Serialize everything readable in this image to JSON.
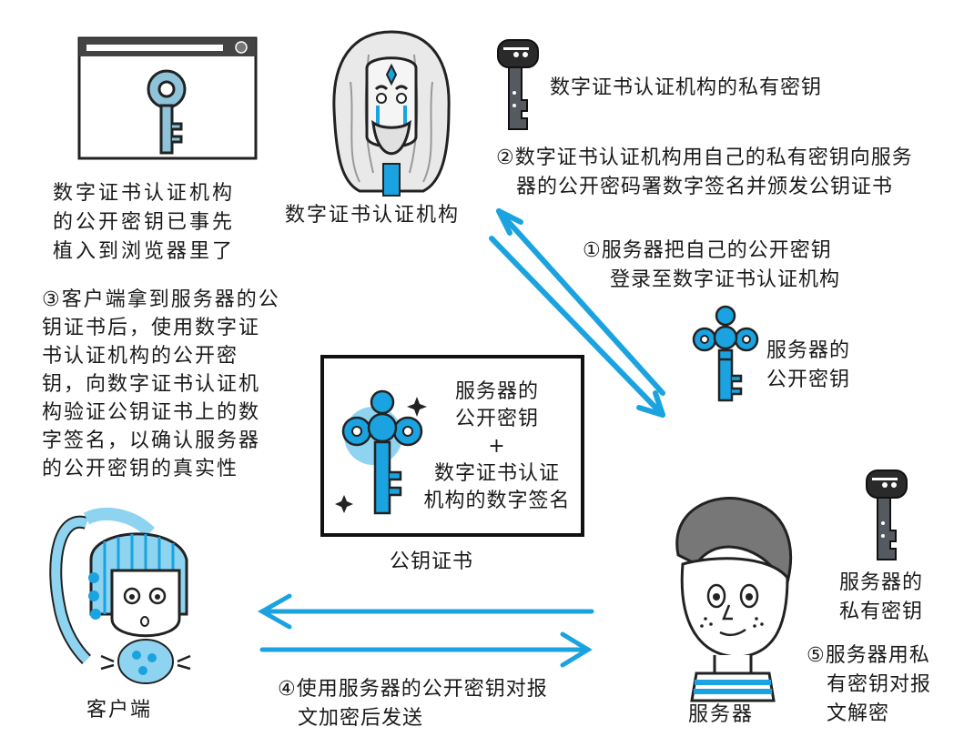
{
  "colors": {
    "blue": "#1aa3e0",
    "light_blue": "#8ed3f0",
    "ink": "#1a1a1a",
    "gray_key": "#555a60",
    "key_body": "#8fc3da"
  },
  "labels": {
    "browser_key_note": [
      "数字证书认证机构",
      "的公开密钥已事先",
      "植入到浏览器里了"
    ],
    "ca_name": "数字证书认证机构",
    "ca_private_key": "数字证书认证机构的私有密钥",
    "step2": [
      "②数字证书认证机构用自己的私有密钥向服务",
      "器的公开密码署数字签名并颁发公钥证书"
    ],
    "step1": [
      "①服务器把自己的公开密钥",
      "登录至数字证书认证机构"
    ],
    "server_public_key": [
      "服务器的",
      "公开密钥"
    ],
    "step3": [
      "③客户端拿到服务器的公",
      "钥证书后，使用数字证",
      "书认证机构的公开密",
      "钥，向数字证书认证机",
      "构验证公钥证书上的数",
      "字签名，以确认服务器",
      "的公开密钥的真实性"
    ],
    "cert_content": [
      "服务器的",
      "公开密钥",
      "+",
      "数字证书认证",
      "机构的数字签名"
    ],
    "cert_name": "公钥证书",
    "server_private_key": [
      "服务器的",
      "私有密钥"
    ],
    "step5": [
      "⑤服务器用私",
      "有密钥对报",
      "文解密"
    ],
    "step4": [
      "④使用服务器的公开密钥对报",
      "文加密后发送"
    ],
    "client": "客户端",
    "server": "服务器"
  }
}
